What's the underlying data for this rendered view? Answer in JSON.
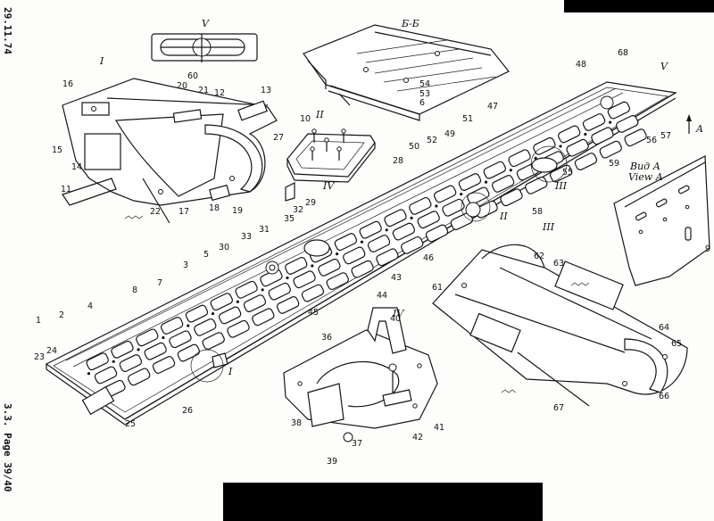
{
  "margin": {
    "date": "29.11.74",
    "page": "3.3. Page 39/40"
  },
  "sections": [
    "I",
    "II",
    "III",
    "IV",
    "V",
    "Б-Б"
  ],
  "view": {
    "line1": "Вид А",
    "line2": "View A",
    "arrow": "A"
  },
  "callouts": [
    "1",
    "2",
    "3",
    "4",
    "5",
    "6",
    "7",
    "8",
    "9",
    "10",
    "11",
    "12",
    "13",
    "14",
    "15",
    "16",
    "17",
    "18",
    "19",
    "20",
    "21",
    "22",
    "23",
    "24",
    "25",
    "26",
    "27",
    "28",
    "29",
    "30",
    "31",
    "32",
    "33",
    "35",
    "36",
    "37",
    "38",
    "39",
    "40",
    "41",
    "42",
    "43",
    "44",
    "45",
    "46",
    "47",
    "48",
    "49",
    "50",
    "51",
    "52",
    "53",
    "54",
    "55",
    "56",
    "57",
    "58",
    "59",
    "60",
    "61",
    "62",
    "63",
    "64",
    "65",
    "66",
    "67",
    "68"
  ]
}
